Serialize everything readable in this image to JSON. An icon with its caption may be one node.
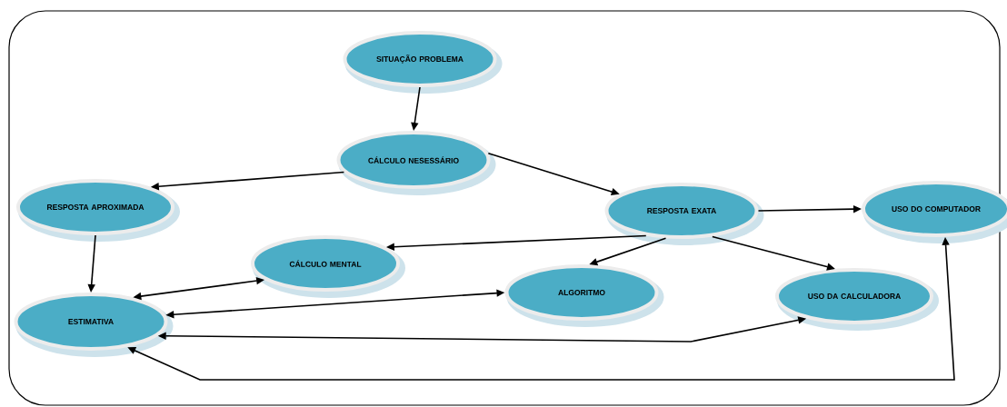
{
  "diagram": {
    "nodes": [
      {
        "text": [
          "SITUAÇÃO PROBLEMA"
        ]
      },
      {
        "text": [
          "CÁLCULO NESESSÁRIO"
        ]
      },
      {
        "text": [
          "RESPOSTA APROXIMADA"
        ]
      },
      {
        "text": [
          "RESPOSTA EXATA"
        ]
      },
      {
        "text": [
          "USO DO COMPUTADOR"
        ]
      },
      {
        "text": [
          "CÁLCULO MENTAL"
        ]
      },
      {
        "text": [
          "ALGORITMO"
        ]
      },
      {
        "text": [
          "USO DA CALCULADORA"
        ]
      },
      {
        "text": [
          "ESTIMATIVA"
        ]
      }
    ],
    "edges": [
      {
        "from": 0,
        "to": 1,
        "arrow": "to"
      },
      {
        "from": 1,
        "to": 2,
        "arrow": "to"
      },
      {
        "from": 1,
        "to": 3,
        "arrow": "to"
      },
      {
        "from": 3,
        "to": 4,
        "arrow": "to"
      },
      {
        "from": 3,
        "to": 5,
        "arrow": "to"
      },
      {
        "from": 3,
        "to": 6,
        "arrow": "to"
      },
      {
        "from": 3,
        "to": 7,
        "arrow": "to"
      },
      {
        "from": 2,
        "to": 8,
        "arrow": "to"
      },
      {
        "from": 8,
        "to": 5,
        "arrow": "both"
      },
      {
        "from": 8,
        "to": 6,
        "arrow": "both"
      },
      {
        "from": 8,
        "to": 7,
        "arrow": "both"
      },
      {
        "from": 4,
        "to": 8,
        "arrow": "both"
      }
    ]
  }
}
